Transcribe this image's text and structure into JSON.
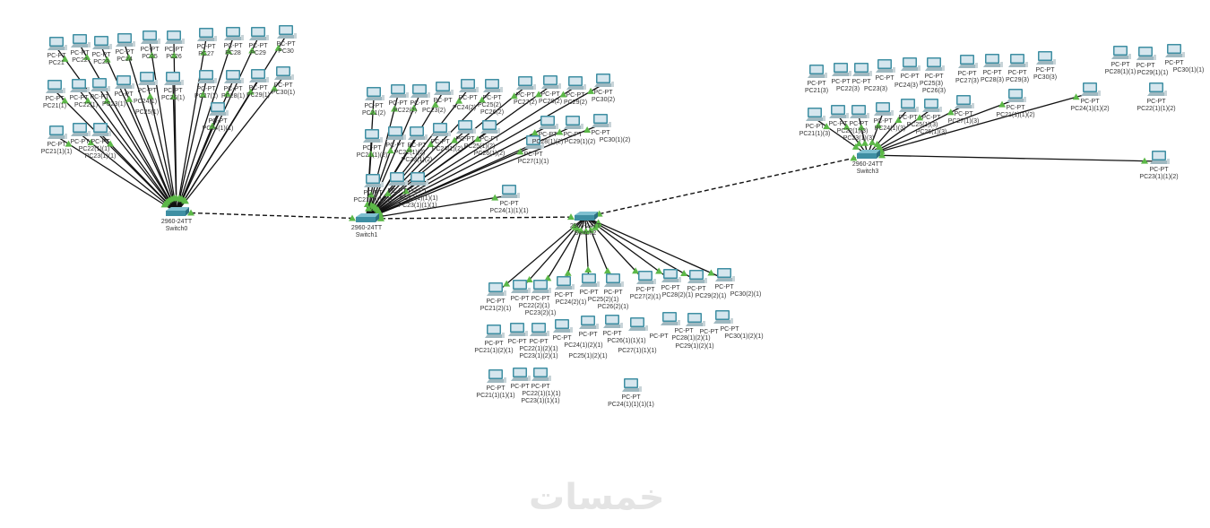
{
  "colors": {
    "link": "#111111",
    "port_up": "#5cb848",
    "device": "#3f8fa3",
    "screen": "#d6e6ee"
  },
  "switches": [
    {
      "model": "2960-24TT",
      "name": "Switch0"
    },
    {
      "model": "2960-24TT",
      "name": "Switch1"
    },
    {
      "model": "2960-24TT",
      "name": "Switch2"
    },
    {
      "model": "2960-24TT",
      "name": "Switch3"
    }
  ],
  "trunks": [
    {
      "from": "Switch0",
      "to": "Switch1",
      "style": "dashed"
    },
    {
      "from": "Switch1",
      "to": "Switch2",
      "style": "dashed"
    },
    {
      "from": "Switch2",
      "to": "Switch3",
      "style": "dashed"
    }
  ],
  "pcs": [
    {
      "type": "PC-PT",
      "name": "PC21",
      "link": "Switch0"
    },
    {
      "type": "PC-PT",
      "name": "PC22",
      "link": "Switch0"
    },
    {
      "type": "PC-PT",
      "name": "PC23",
      "link": "Switch0"
    },
    {
      "type": "PC-PT",
      "name": "PC24",
      "link": "Switch0"
    },
    {
      "type": "PC-PT",
      "name": "PC25",
      "link": "Switch0"
    },
    {
      "type": "PC-PT",
      "name": "PC26",
      "link": "Switch0"
    },
    {
      "type": "PC-PT",
      "name": "PC27",
      "link": "Switch0"
    },
    {
      "type": "PC-PT",
      "name": "PC28",
      "link": "Switch0"
    },
    {
      "type": "PC-PT",
      "name": "PC29",
      "link": "Switch0"
    },
    {
      "type": "PC-PT",
      "name": "PC30",
      "link": "Switch0"
    },
    {
      "type": "PC-PT",
      "name": "PC21(1)",
      "link": "Switch0"
    },
    {
      "type": "PC-PT",
      "name": "PC22(1)",
      "link": "Switch0"
    },
    {
      "type": "PC-PT",
      "name": "PC23(1)",
      "link": "Switch0"
    },
    {
      "type": "PC-PT",
      "name": "PC24(1)",
      "link": "Switch0"
    },
    {
      "type": "PC-PT",
      "name": "PC25(1)",
      "link": "Switch0"
    },
    {
      "type": "PC-PT",
      "name": "PC26(1)",
      "link": "Switch0"
    },
    {
      "type": "PC-PT",
      "name": "PC27(1)",
      "link": "Switch0"
    },
    {
      "type": "PC-PT",
      "name": "PC28(1)",
      "link": "Switch0"
    },
    {
      "type": "PC-PT",
      "name": "PC29(1)",
      "link": "Switch0"
    },
    {
      "type": "PC-PT",
      "name": "PC30(1)",
      "link": "Switch0"
    },
    {
      "type": "PC-PT",
      "name": "PC21(1)(1)",
      "link": "Switch0"
    },
    {
      "type": "PC-PT",
      "name": "PC22(1)(1)",
      "link": "Switch0"
    },
    {
      "type": "PC-PT",
      "name": "PC23(1)(1)",
      "link": "Switch0"
    },
    {
      "type": "PC-PT",
      "name": "PC24(1)(1)",
      "link": "Switch0"
    },
    {
      "type": "PC-PT",
      "name": "PC21(2)",
      "link": "Switch1"
    },
    {
      "type": "PC-PT",
      "name": "PC22(2)",
      "link": "Switch1"
    },
    {
      "type": "PC-PT",
      "name": "PC23(2)",
      "link": "Switch1"
    },
    {
      "type": "PC-PT",
      "name": "PC24(2)",
      "link": "Switch1"
    },
    {
      "type": "PC-PT",
      "name": "PC25(2)",
      "link": "Switch1"
    },
    {
      "type": "PC-PT",
      "name": "PC26(2)",
      "link": "Switch1"
    },
    {
      "type": "PC-PT",
      "name": "PC27(2)",
      "link": "Switch1"
    },
    {
      "type": "PC-PT",
      "name": "PC28(2)",
      "link": "Switch1"
    },
    {
      "type": "PC-PT",
      "name": "PC29(2)",
      "link": "Switch1"
    },
    {
      "type": "PC-PT",
      "name": "PC30(2)",
      "link": "Switch1"
    },
    {
      "type": "PC-PT",
      "name": "PC21(1)(2)",
      "link": "Switch1"
    },
    {
      "type": "PC-PT",
      "name": "PC22(1)(2)",
      "link": "Switch1"
    },
    {
      "type": "PC-PT",
      "name": "PC23(1)(2)",
      "link": "Switch1"
    },
    {
      "type": "PC-PT",
      "name": "PC24(1)(2)",
      "link": "Switch1"
    },
    {
      "type": "PC-PT",
      "name": "PC25(1)(2)",
      "link": "Switch1"
    },
    {
      "type": "PC-PT",
      "name": "PC26(1)(2)",
      "link": "Switch1"
    },
    {
      "type": "PC-PT",
      "name": "PC28(1)(2)",
      "link": "Switch1"
    },
    {
      "type": "PC-PT",
      "name": "PC29(1)(2)",
      "link": "Switch1"
    },
    {
      "type": "PC-PT",
      "name": "PC30(1)(2)",
      "link": "Switch1"
    },
    {
      "type": "PC-PT",
      "name": "PC27(1)(1)",
      "link": "Switch1"
    },
    {
      "type": "PC-PT",
      "name": "PC21(1)(1)(2)",
      "link": "Switch1"
    },
    {
      "type": "PC-PT",
      "name": "PC22(1)(1)(1)",
      "link": "Switch1"
    },
    {
      "type": "PC-PT",
      "name": "PC23(1)(1)(1)",
      "link": "Switch1"
    },
    {
      "type": "PC-PT",
      "name": "PC24(1)(1)(1)",
      "link": "Switch1"
    },
    {
      "type": "PC-PT",
      "name": "PC21(2)(1)",
      "link": "Switch2"
    },
    {
      "type": "PC-PT",
      "name": "PC22(2)(1)",
      "link": "Switch2"
    },
    {
      "type": "PC-PT",
      "name": "PC23(2)(1)",
      "link": "Switch2"
    },
    {
      "type": "PC-PT",
      "name": "PC24(2)(1)",
      "link": "Switch2"
    },
    {
      "type": "PC-PT",
      "name": "PC25(2)(1)",
      "link": "Switch2"
    },
    {
      "type": "PC-PT",
      "name": "PC26(2)(1)",
      "link": "Switch2"
    },
    {
      "type": "PC-PT",
      "name": "PC27(2)(1)",
      "link": "Switch2"
    },
    {
      "type": "PC-PT",
      "name": "PC28(2)(1)",
      "link": "Switch2"
    },
    {
      "type": "PC-PT",
      "name": "PC29(2)(1)",
      "link": "Switch2"
    },
    {
      "type": "PC-PT",
      "name": "PC30(2)(1)",
      "link": "Switch2"
    },
    {
      "type": "PC-PT",
      "name": "PC21(1)(2)(1)",
      "link": null
    },
    {
      "type": "PC-PT",
      "name": "PC22(1)(2)(1)",
      "link": null
    },
    {
      "type": "PC-PT",
      "name": "PC23(1)(2)(1)",
      "link": null
    },
    {
      "type": "PC-PT",
      "name": "PC24(1)(2)(1)",
      "link": null
    },
    {
      "type": "PC-PT",
      "name": "PC25(1)(2)(1)",
      "link": null
    },
    {
      "type": "PC-PT",
      "name": "PC26(1)(1)(1)",
      "link": null
    },
    {
      "type": "PC-PT",
      "name": "PC27(1)(1)(1)",
      "link": null
    },
    {
      "type": "PC-PT",
      "name": "PC28(1)(2)(1)",
      "link": null
    },
    {
      "type": "PC-PT",
      "name": "PC29(1)(2)(1)",
      "link": null
    },
    {
      "type": "PC-PT",
      "name": "PC30(1)(2)(1)",
      "link": null
    },
    {
      "type": "PC-PT",
      "name": "PC21(1)(1)(1)",
      "link": null
    },
    {
      "type": "PC-PT",
      "name": "PC22(1)(1)(1)",
      "link": null
    },
    {
      "type": "PC-PT",
      "name": "PC23(1)(1)(1)",
      "link": null
    },
    {
      "type": "PC-PT",
      "name": "PC24(1)(1)(1)(1)",
      "link": null
    },
    {
      "type": "PC-PT",
      "name": "PC21(3)",
      "link": null
    },
    {
      "type": "PC-PT",
      "name": "PC22(3)",
      "link": null
    },
    {
      "type": "PC-PT",
      "name": "PC23(3)",
      "link": null
    },
    {
      "type": "PC-PT",
      "name": "PC24(3)",
      "link": null
    },
    {
      "type": "PC-PT",
      "name": "PC25(3)",
      "link": null
    },
    {
      "type": "PC-PT",
      "name": "PC26(3)",
      "link": null
    },
    {
      "type": "PC-PT",
      "name": "PC27(3)",
      "link": null
    },
    {
      "type": "PC-PT",
      "name": "PC28(3)",
      "link": null
    },
    {
      "type": "PC-PT",
      "name": "PC29(3)",
      "link": null
    },
    {
      "type": "PC-PT",
      "name": "PC30(3)",
      "link": null
    },
    {
      "type": "PC-PT",
      "name": "PC21(1)(3)",
      "link": "Switch3"
    },
    {
      "type": "PC-PT",
      "name": "PC22(1)(3)",
      "link": "Switch3"
    },
    {
      "type": "PC-PT",
      "name": "PC23(1)(3)",
      "link": "Switch3"
    },
    {
      "type": "PC-PT",
      "name": "PC24(1)(3)",
      "link": "Switch3"
    },
    {
      "type": "PC-PT",
      "name": "PC25(1)(3)",
      "link": "Switch3"
    },
    {
      "type": "PC-PT",
      "name": "PC26(1)(3)",
      "link": "Switch3"
    },
    {
      "type": "PC-PT",
      "name": "PC27(1)(3)",
      "link": "Switch3"
    },
    {
      "type": "PC-PT",
      "name": "PC21(1)(1)(2)",
      "link": "Switch3"
    },
    {
      "type": "PC-PT",
      "name": "PC24(1)(1)(2)",
      "link": "Switch3"
    },
    {
      "type": "PC-PT",
      "name": "PC23(1)(1)(2)",
      "link": "Switch3"
    },
    {
      "type": "PC-PT",
      "name": "PC28(1)(1)",
      "link": null
    },
    {
      "type": "PC-PT",
      "name": "PC29(1)(1)",
      "link": null
    },
    {
      "type": "PC-PT",
      "name": "PC30(1)(1)",
      "link": null
    },
    {
      "type": "PC-PT",
      "name": "PC22(1)(1)(2)",
      "link": null
    }
  ],
  "watermark": "خمسات"
}
